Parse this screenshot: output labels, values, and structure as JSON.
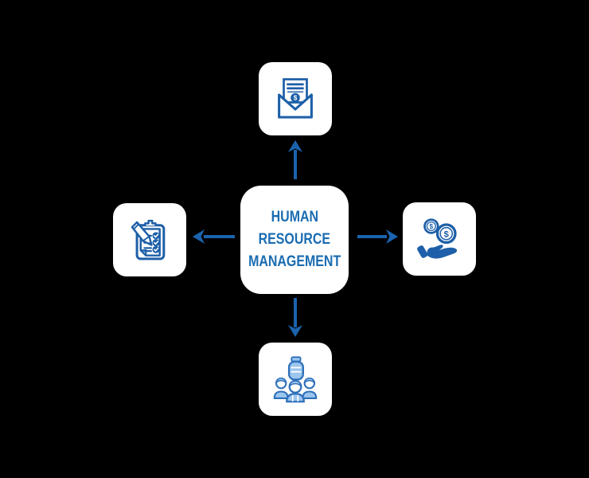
{
  "colors": {
    "background": "#000000",
    "card_bg": "#ffffff",
    "accent_text": "#1a6cb1",
    "icon_primary": "#1d5fa8",
    "arrow": "#1b63ad",
    "team_fill": "#9cc6ee",
    "team_stroke": "#2e6fba",
    "detail_white": "#ffffff"
  },
  "center_node": {
    "line1": "HUMAN",
    "line2": "RESOURCE",
    "line3": "MANAGEMENT"
  },
  "icons": {
    "currency_symbol": "$",
    "top": "salary-envelope-icon",
    "right": "hand-coins-icon",
    "bottom": "team-icon",
    "left": "clipboard-checklist-icon"
  }
}
